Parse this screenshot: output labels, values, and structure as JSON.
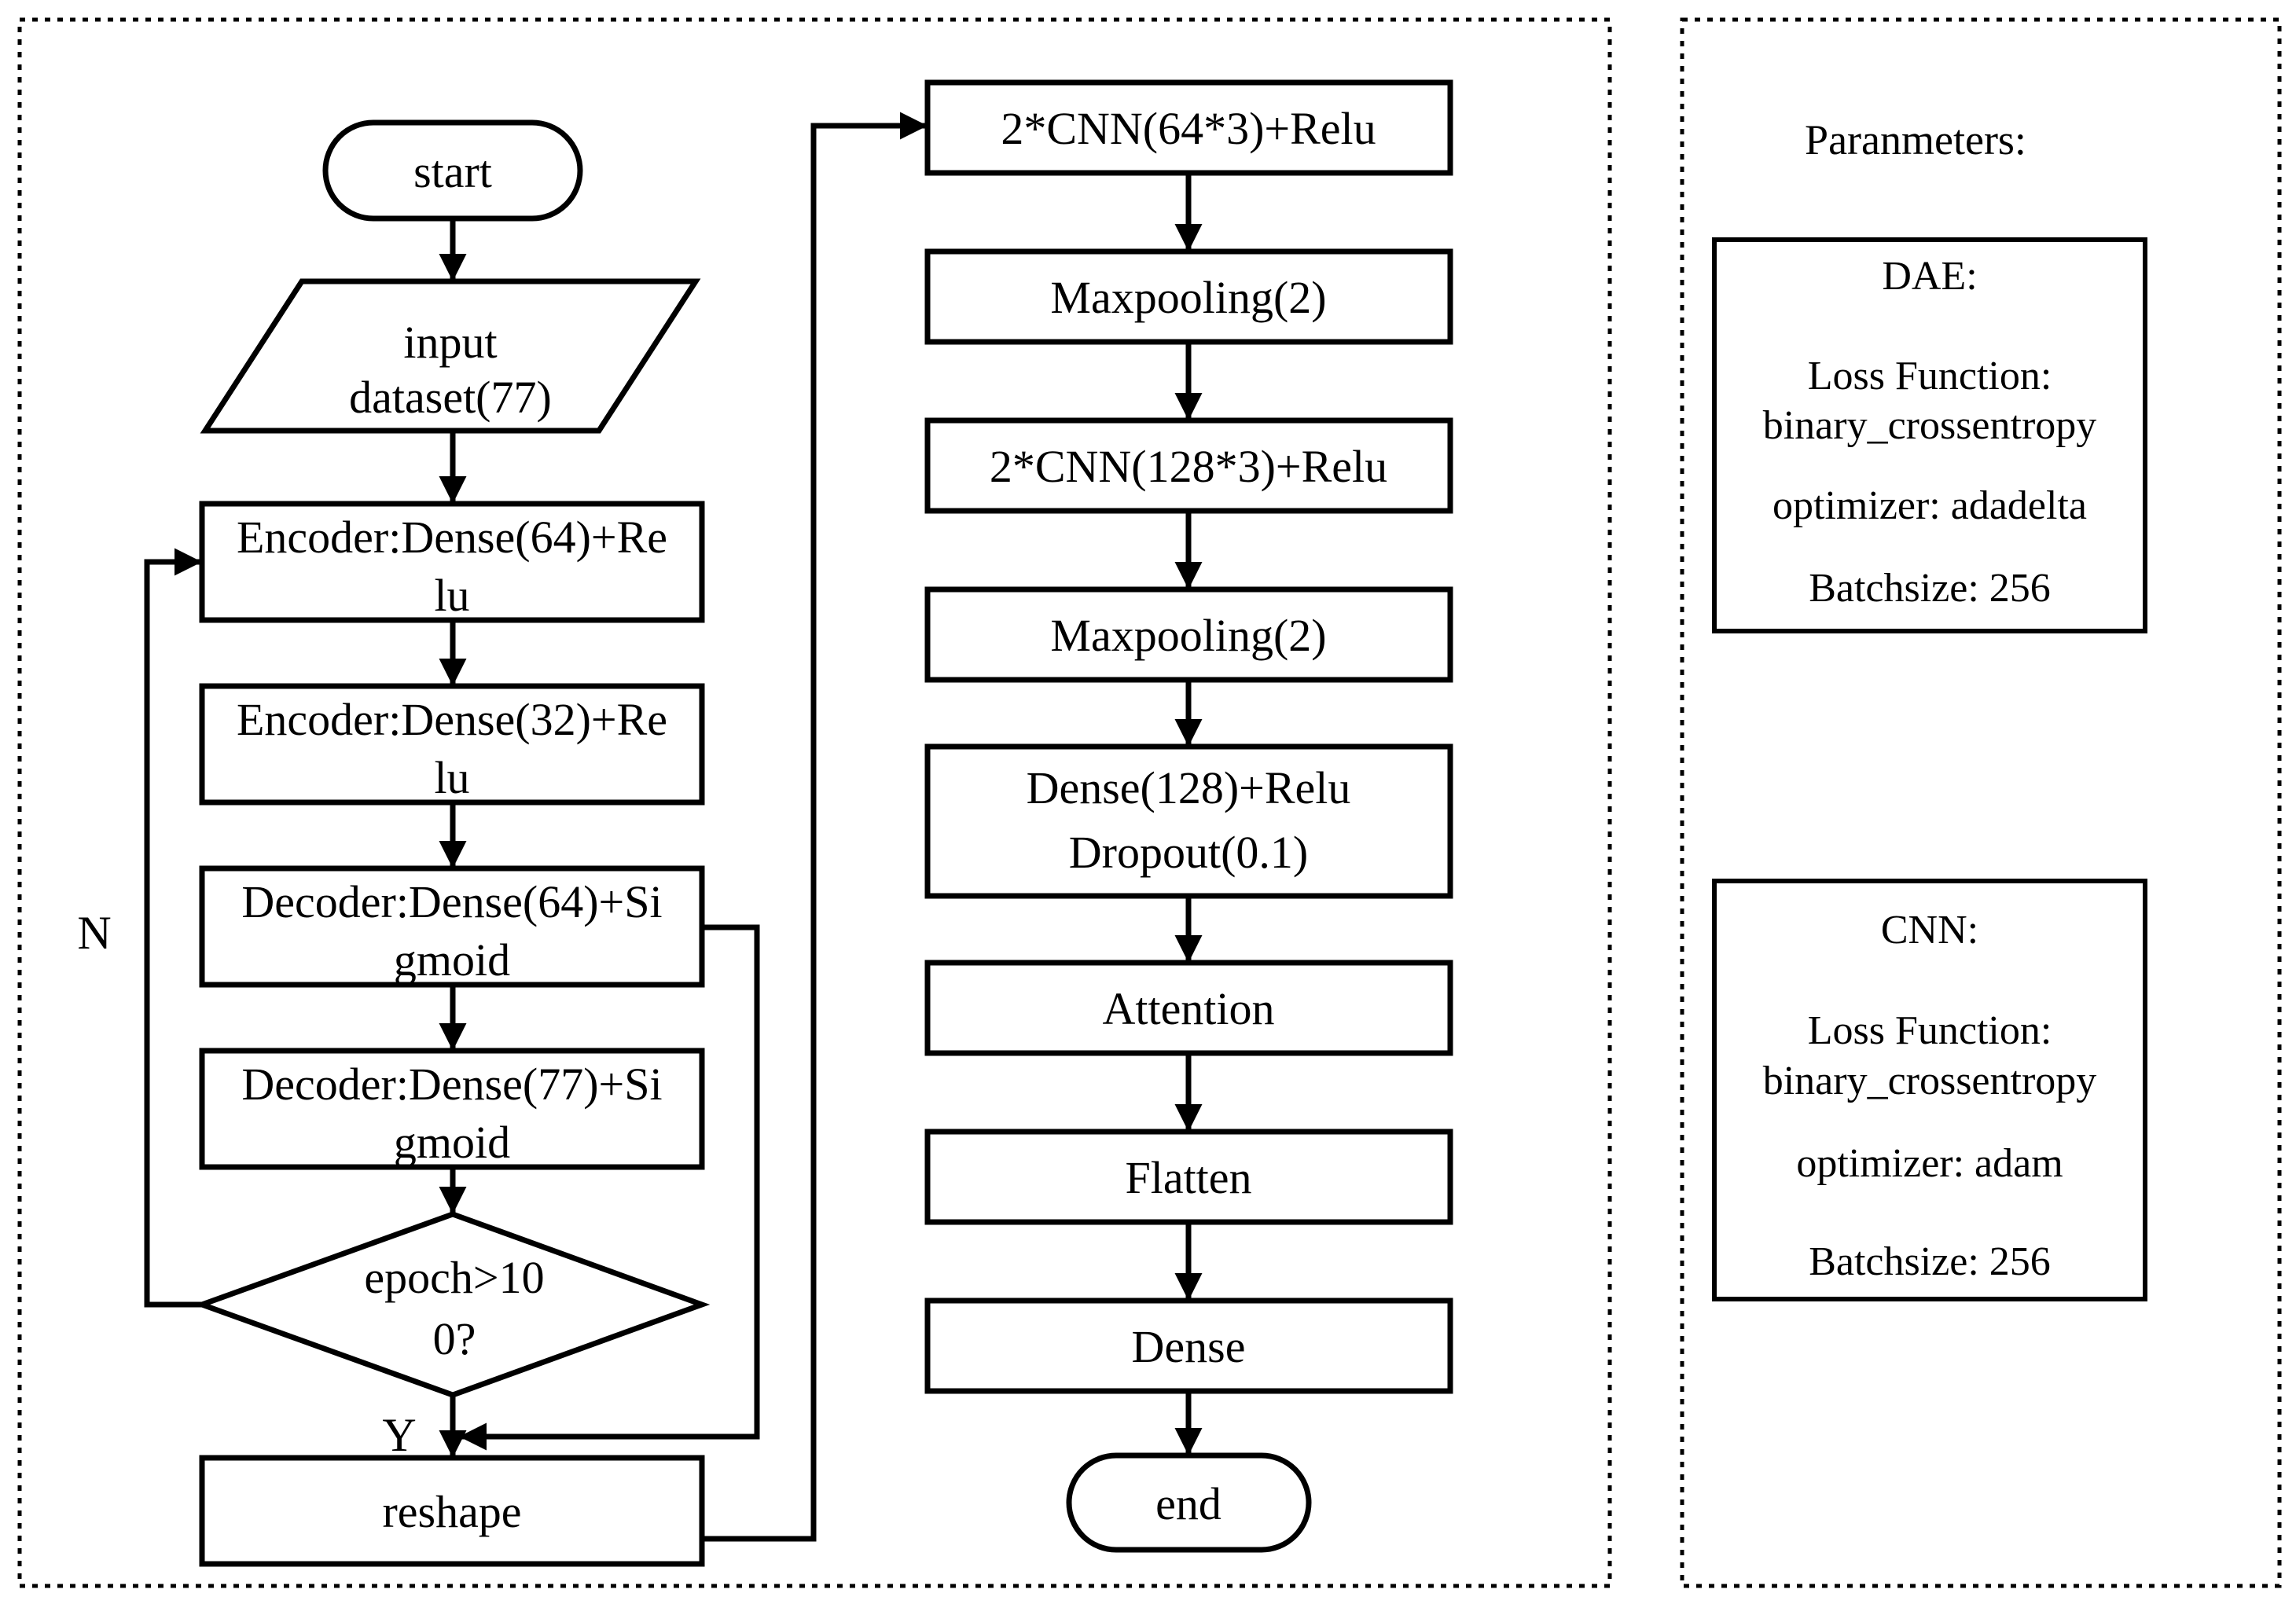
{
  "colors": {
    "ink": "#000000",
    "background": "#ffffff"
  },
  "flowchart": {
    "start": {
      "label": "start"
    },
    "input": {
      "line1": "input",
      "line2": "dataset(77)"
    },
    "encoder64": {
      "line1": "Encoder:Dense(64)+Re",
      "line2": "lu"
    },
    "encoder32": {
      "line1": "Encoder:Dense(32)+Re",
      "line2": "lu"
    },
    "decoder64": {
      "line1": "Decoder:Dense(64)+Si",
      "line2": "gmoid"
    },
    "decoder77": {
      "line1": "Decoder:Dense(77)+Si",
      "line2": "gmoid"
    },
    "epoch_decision": {
      "line1": "epoch>10",
      "line2": "0?",
      "no_label": "N",
      "yes_label": "Y"
    },
    "reshape": {
      "label": "reshape"
    },
    "cnn64": {
      "label": "2*CNN(64*3)+Relu"
    },
    "maxpool1": {
      "label": "Maxpooling(2)"
    },
    "cnn128": {
      "label": "2*CNN(128*3)+Relu"
    },
    "maxpool2": {
      "label": "Maxpooling(2)"
    },
    "dense128": {
      "line1": "Dense(128)+Relu",
      "line2": "Dropout(0.1)"
    },
    "attention": {
      "label": "Attention"
    },
    "flatten": {
      "label": "Flatten"
    },
    "dense": {
      "label": "Dense"
    },
    "end": {
      "label": "end"
    }
  },
  "parameters": {
    "title": "Paranmeters:",
    "dae": {
      "heading": "DAE:",
      "loss_label": "Loss Function:",
      "loss_value": "binary_crossentropy",
      "optimizer": "optimizer: adadelta",
      "batchsize": "Batchsize: 256"
    },
    "cnn": {
      "heading": "CNN:",
      "loss_label": "Loss Function:",
      "loss_value": "binary_crossentropy",
      "optimizer": "optimizer: adam",
      "batchsize": "Batchsize: 256"
    }
  }
}
